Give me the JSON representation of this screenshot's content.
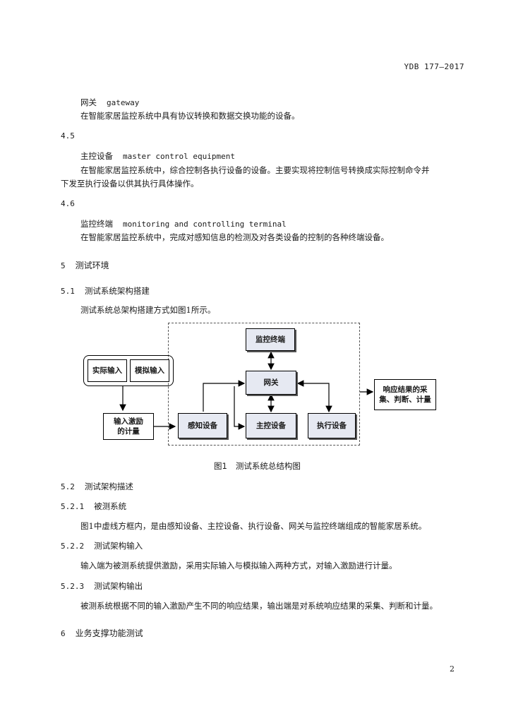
{
  "header": {
    "standard_no": "YDB 177—2017"
  },
  "sections": {
    "gateway": {
      "term_cn": "网关",
      "term_en": "gateway",
      "definition": "在智能家居监控系统中具有协议转换和数据交换功能的设备。"
    },
    "s4_5": {
      "num": "4.5",
      "term_cn": "主控设备",
      "term_en": "master control equipment",
      "definition_line1": "在智能家居监控系统中，综合控制各执行设备的设备。主要实现将控制信号转换成实际控制命令并",
      "definition_line2": "下发至执行设备以供其执行具体操作。"
    },
    "s4_6": {
      "num": "4.6",
      "term_cn": "监控终端",
      "term_en": "monitoring and controlling terminal",
      "definition": "在智能家居监控系统中，完成对感知信息的检测及对各类设备的控制的各种终端设备。"
    },
    "s5": {
      "num": "5",
      "title": "测试环境"
    },
    "s5_1": {
      "num": "5.1",
      "title": "测试系统架构搭建",
      "text": "测试系统总架构搭建方式如图1所示。"
    },
    "s5_2": {
      "num": "5.2",
      "title": "测试架构描述"
    },
    "s5_2_1": {
      "num": "5.2.1",
      "title": "被测系统",
      "text": "图1中虚线方框内，是由感知设备、主控设备、执行设备、网关与监控终端组成的智能家居系统。"
    },
    "s5_2_2": {
      "num": "5.2.2",
      "title": "测试架构输入",
      "text": "输入端为被测系统提供激励，采用实际输入与模拟输入两种方式，对输入激励进行计量。"
    },
    "s5_2_3": {
      "num": "5.2.3",
      "title": "测试架构输出",
      "text": "被测系统根据不同的输入激励产生不同的响应结果，输出端是对系统响应结果的采集、判断和计量。"
    },
    "s6": {
      "num": "6",
      "title": "业务支撑功能测试"
    }
  },
  "figure": {
    "caption_num": "图1",
    "caption_title": "测试系统总结构图",
    "boxes": {
      "real_input": "实际输入",
      "sim_input": "模拟输入",
      "input_metering_line1": "输入激励",
      "input_metering_line2": "的计量",
      "sensing": "感知设备",
      "master": "主控设备",
      "actuator": "执行设备",
      "gateway": "网关",
      "terminal": "监控终端",
      "output_line1": "响应结果的采",
      "output_line2": "集、判断、计量"
    }
  },
  "footer": {
    "page_number": "2"
  }
}
